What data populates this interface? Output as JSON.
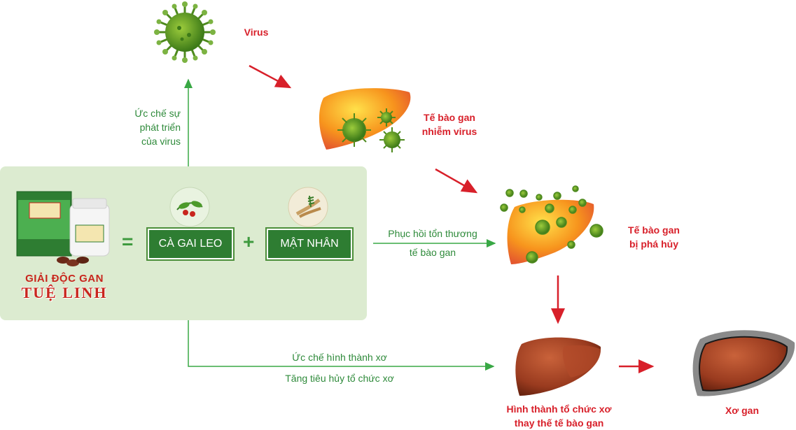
{
  "virus_label": "Virus",
  "infected_label": [
    "Tế bào gan",
    "nhiễm virus"
  ],
  "destroyed_label": [
    "Tế bào gan",
    "bị phá hủy"
  ],
  "fibrosis_label": [
    "Hình thành tổ chức xơ",
    "thay thế tế bào gan"
  ],
  "cirrhosis_label": "Xơ gan",
  "inhibit_virus_label": [
    "Ức chế sự",
    "phát triển",
    "của virus"
  ],
  "restore_label": [
    "Phục hồi tổn thương",
    "tế bào gan"
  ],
  "fibrosis_inhibit_label": [
    "Ức chế hình thành xơ",
    "Tăng tiêu hủy tổ chức xơ"
  ],
  "product": {
    "name_line1": "GIẢI ĐỘC GAN",
    "name_line2": "TUỆ LINH",
    "equals": "=",
    "plus": "+",
    "ingredient1": "CÀ GAI LEO",
    "ingredient2": "MẬT NHÂN"
  },
  "colors": {
    "red": "#d8202a",
    "green": "#2e8a3a",
    "panel": "#dcebd0"
  }
}
